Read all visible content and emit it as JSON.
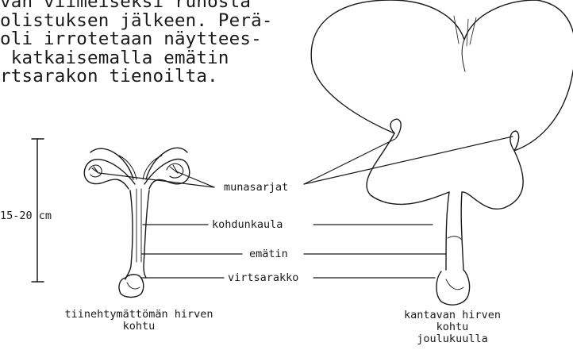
{
  "intro_lines": [
    "van viimeiseksi ruhosta",
    "olistuksen jälkeen. Perä-",
    "oli irrotetaan näyttees-",
    " katkaisemalla emätin",
    "rtsarakon tienoilta."
  ],
  "scale_label": "15-20 cm",
  "labels": {
    "ovaries": "munasarjat",
    "cervix": "kohdunkaula",
    "vagina": "emätin",
    "bladder": "virtsarakko"
  },
  "captions": {
    "left": [
      "tiinehtymättömän hirven",
      "kohtu"
    ],
    "right": [
      "kantavan hirven",
      "kohtu",
      "joulukuulla"
    ]
  },
  "colors": {
    "ink": "#1a1a1a",
    "paper": "#ffffff"
  }
}
